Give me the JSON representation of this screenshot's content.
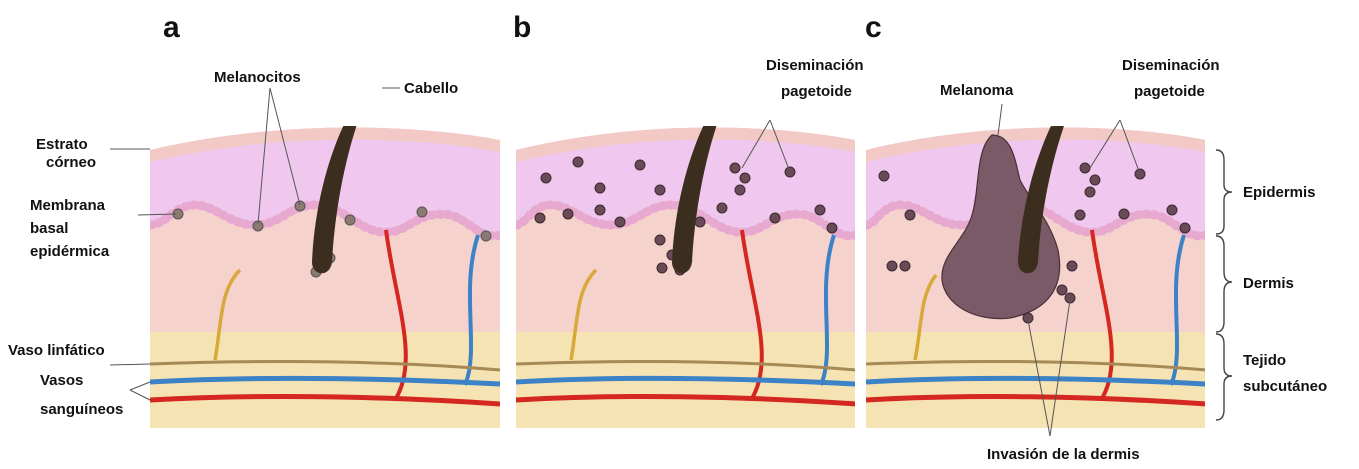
{
  "panels": [
    {
      "letter": "a"
    },
    {
      "letter": "b"
    },
    {
      "letter": "c"
    }
  ],
  "labels": {
    "melanocitos": "Melanocitos",
    "cabello": "Cabello",
    "estrato_line1": "Estrato",
    "estrato_line2": "córneo",
    "membrana_line1": "Membrana",
    "membrana_line2": "basal",
    "membrana_line3": "epidérmica",
    "vaso_linfatico": "Vaso linfático",
    "vasos_line1": "Vasos",
    "vasos_line2": "sanguíneos",
    "diseminacion_b_line1": "Diseminación",
    "diseminacion_b_line2": "pagetoide",
    "melanoma": "Melanoma",
    "diseminacion_c_line1": "Diseminación",
    "diseminacion_c_line2": "pagetoide",
    "epidermis": "Epidermis",
    "dermis": "Dermis",
    "tejido_line1": "Tejido",
    "tejido_line2": "subcutáneo",
    "invasion": "Invasión de la dermis"
  },
  "colors": {
    "stratum": "#f2c9c4",
    "epidermis": "#f0c8ef",
    "dermis": "#f6d2cc",
    "subcutaneous": "#f6e3b4",
    "hair": "#3b2e1e",
    "artery": "#d4271f",
    "vein": "#3b82c6",
    "lymph": "#d8a83a",
    "basal_cell": "#e7a9cf",
    "melanocyte": "#8a7a72",
    "tumor_cell": "#6a4a56"
  }
}
